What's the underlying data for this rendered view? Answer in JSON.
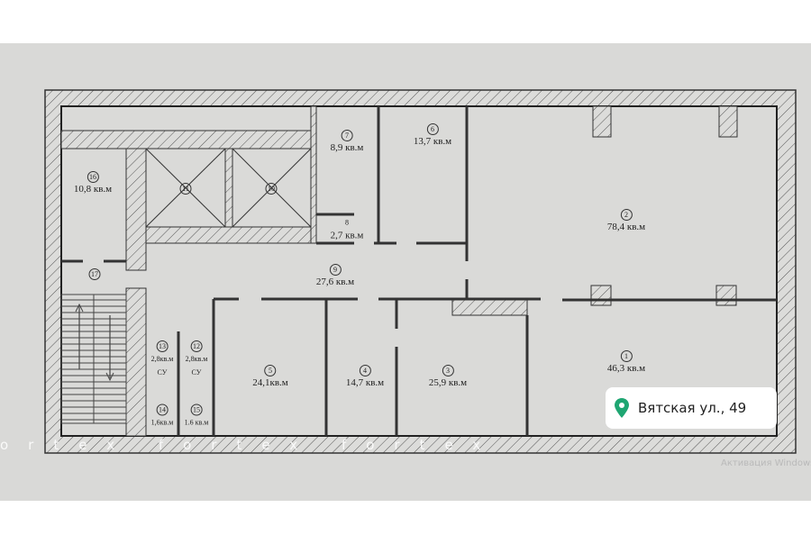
{
  "plan": {
    "rooms": [
      {
        "num": "1",
        "area": "46,3 кв.м"
      },
      {
        "num": "2",
        "area": "78,4 кв.м"
      },
      {
        "num": "3",
        "area": "25,9 кв.м"
      },
      {
        "num": "4",
        "area": "14,7 кв.м"
      },
      {
        "num": "5",
        "area": "24,1кв.м"
      },
      {
        "num": "6",
        "area": "13,7 кв.м"
      },
      {
        "num": "7",
        "area": "8,9 кв.м"
      },
      {
        "num": "8",
        "area": "2,7 кв.м"
      },
      {
        "num": "9",
        "area": "27,6 кв.м"
      },
      {
        "num": "10",
        "area": ""
      },
      {
        "num": "11",
        "area": ""
      },
      {
        "num": "12",
        "area": "2,8кв.м"
      },
      {
        "num": "13",
        "area": "2,8кв.м"
      },
      {
        "num": "14",
        "area": "1,6кв.м"
      },
      {
        "num": "15",
        "area": "1.6 кв.м"
      },
      {
        "num": "16",
        "area": "10,8 кв.м"
      },
      {
        "num": "17",
        "area": ""
      }
    ],
    "wc_label": "СУ"
  },
  "badge": {
    "address": "Вятская ул., 49",
    "pin_color": "#1fa672",
    "icon": "map-pin-icon"
  },
  "watermark": "ortex   fortex   fortex",
  "os_notice": "Активация Windows"
}
